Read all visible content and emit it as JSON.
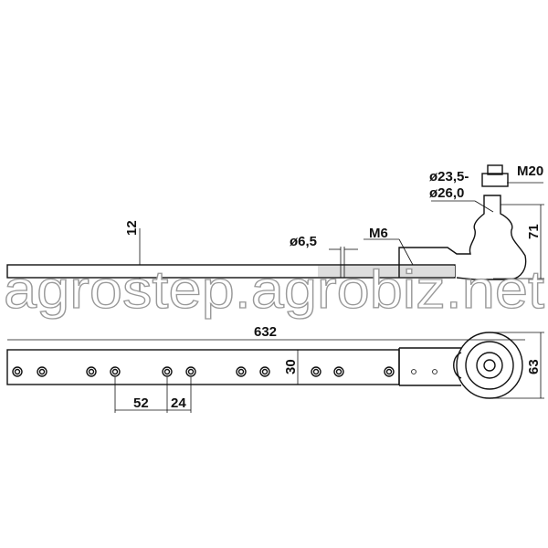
{
  "dimensions": {
    "thickness": "12",
    "hole_diameter": "ø6,5",
    "grease_thread": "M6",
    "ball_diameter_1": "ø23,5-",
    "ball_diameter_2": "ø26,0",
    "stud_thread": "M20",
    "joint_height": "71",
    "total_length": "632",
    "bar_width": "30",
    "eye_width": "63",
    "hole_pitch_large": "52",
    "hole_pitch_small": "24"
  },
  "watermark": "agrostep.agrobiz.net"
}
